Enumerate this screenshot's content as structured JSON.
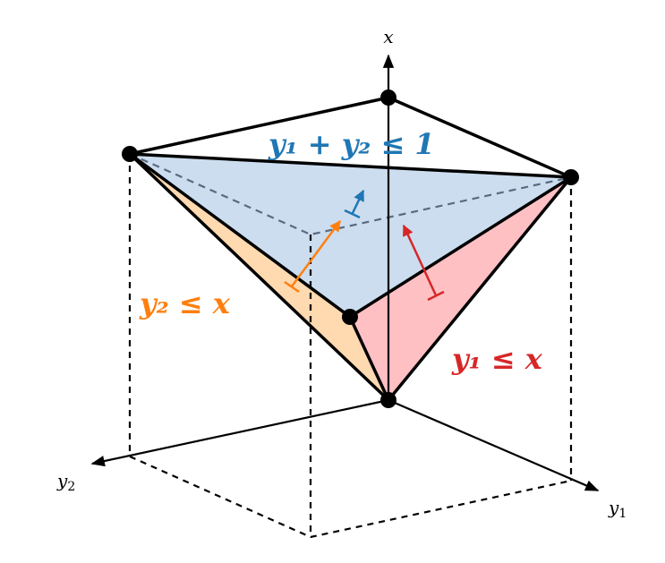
{
  "axes": {
    "x": "x",
    "y1": "y",
    "y1_sub": "1",
    "y2": "y",
    "y2_sub": "2"
  },
  "constraints": [
    {
      "id": "sum",
      "text": "y₁ + y₂ ≤ 1",
      "color": "#1f77b4",
      "fill": "#ccddef"
    },
    {
      "id": "y2",
      "text": "y₂ ≤ x",
      "color": "#ff7f0e",
      "fill": "#ffd9b0"
    },
    {
      "id": "y1",
      "text": "y₁ ≤ x",
      "color": "#d62728",
      "fill": "#ffc0c4"
    }
  ],
  "colors": {
    "edge": "#000000",
    "hidden_edge": "#5a6b80"
  }
}
